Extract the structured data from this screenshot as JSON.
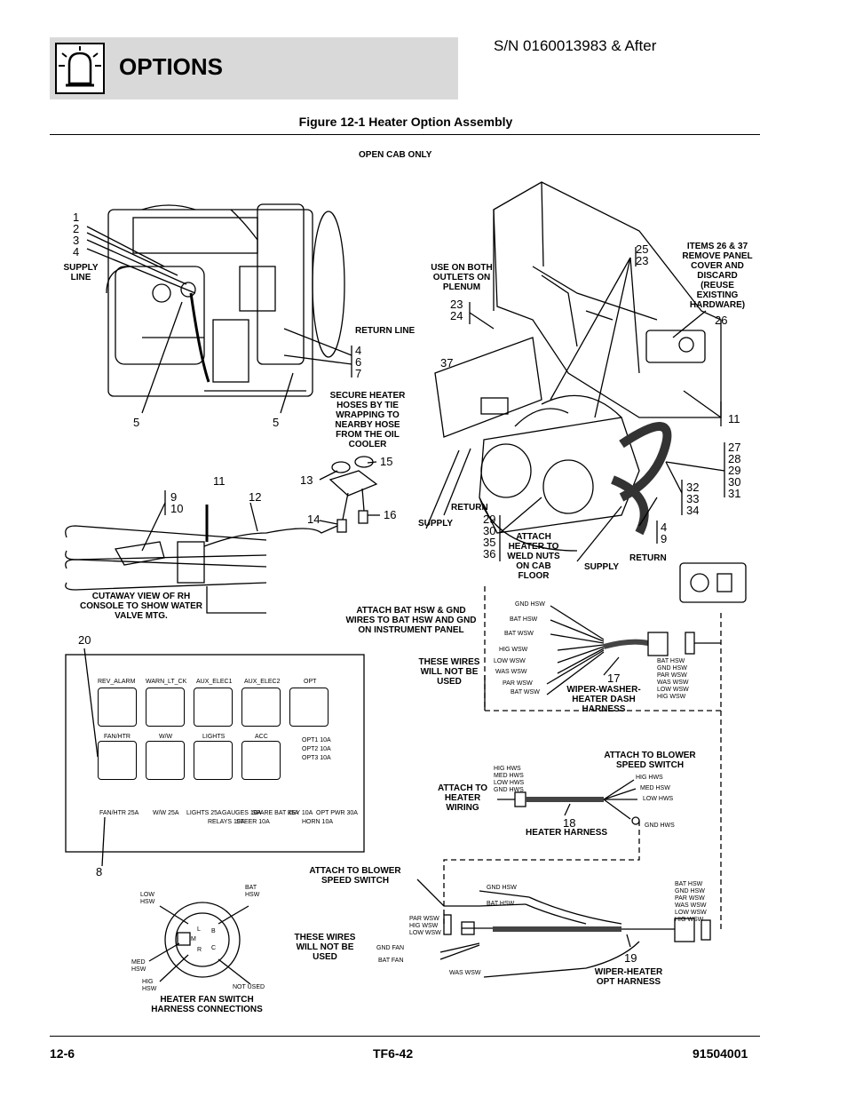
{
  "header": {
    "section_title": "OPTIONS",
    "serial_range": "S/N 0160013983 & After"
  },
  "figure": {
    "title": "Figure 12-1 Heater Option Assembly",
    "subtitle": "OPEN CAB ONLY"
  },
  "callouts": {
    "n_1234": "1\n2\n3\n4",
    "supply_line": "SUPPLY\nLINE",
    "return_line": "RETURN LINE",
    "n_467": "4\n6\n7",
    "secure_hoses": "SECURE HEATER\nHOSES BY TIE\nWRAPPING TO\nNEARBY HOSE\nFROM THE OIL\nCOOLER",
    "n_5a": "5",
    "n_5b": "5",
    "use_both": "USE ON BOTH\nOUTLETS ON\nPLENUM",
    "n_2324": "23\n24",
    "n_2523": "25\n23",
    "items_2637": "ITEMS 26 & 37\nREMOVE PANEL\nCOVER AND\nDISCARD\n(REUSE\nEXISTING\nHARDWARE)",
    "n_26": "26",
    "n_37": "37",
    "n_11a": "11",
    "n_2731": "27\n28\n29\n30\n31",
    "n_3234": "32\n33\n34",
    "n_15": "15",
    "n_13": "13",
    "n_14": "14",
    "n_16": "16",
    "return_a": "RETURN",
    "supply_a": "SUPPLY",
    "n_2936": "29\n30\n35\n36",
    "attach_heater": "ATTACH\nHEATER TO\nWELD NUTS\nON CAB\nFLOOR",
    "n_49": "4\n9",
    "return_b": "RETURN",
    "supply_b": "SUPPLY",
    "n_910": "9\n10",
    "n_11b": "11",
    "n_12": "12",
    "cutaway": "CUTAWAY VIEW OF RH\nCONSOLE TO SHOW WATER\nVALVE MTG.",
    "attach_bat": "ATTACH BAT HSW & GND\nWIRES TO BAT HSW AND GND\nON INSTRUMENT PANEL",
    "not_used_a": "THESE WIRES\nWILL NOT BE\nUSED",
    "n_17": "17",
    "wiper_dash": "WIPER-WASHER-\nHEATER DASH\nHARNESS",
    "n_20": "20",
    "n_8": "8",
    "attach_blower_a": "ATTACH TO BLOWER\nSPEED SWITCH",
    "attach_heater_wiring": "ATTACH TO\nHEATER\nWIRING",
    "n_18": "18",
    "heater_harness": "HEATER HARNESS",
    "attach_blower_b": "ATTACH TO BLOWER\nSPEED SWITCH",
    "not_used_b": "THESE WIRES\nWILL NOT BE\nUSED",
    "n_19": "19",
    "wiper_opt": "WIPER-HEATER\nOPT HARNESS",
    "fan_switch": "HEATER FAN SWITCH\nHARNESS CONNECTIONS"
  },
  "wires": {
    "dash_in": [
      "GND HSW",
      "BAT HSW",
      "BAT WSW",
      "HIG WSW",
      "LOW WSW",
      "WAS WSW",
      "PAR WSW",
      "BAT WSW"
    ],
    "dash_out": "BAT HSW\nGND HSW\nPAR WSW\nWAS WSW\nLOW WSW\nHIG WSW",
    "heater_in": "HIG HWS\nMED HWS\nLOW HWS\nGND HWS",
    "heater_out": [
      "HIG HWS",
      "MED HSW",
      "LOW HWS",
      "GND HWS"
    ],
    "opt_top": [
      "GND HSW",
      "BAT HSW"
    ],
    "opt_unused": "PAR WSW\nHIG WSW\nLOW WSW",
    "opt_fan": [
      "GND FAN",
      "BAT FAN"
    ],
    "opt_was": "WAS WSW",
    "opt_out": "BAT HSW\nGND HSW\nPAR WSW\nWAS WSW\nLOW WSW\nHIG WSW"
  },
  "fuse_panel": {
    "relays_top": [
      "REV_ALARM",
      "WARN_LT_CK",
      "AUX_ELEC1",
      "AUX_ELEC2",
      "OPT"
    ],
    "relays_bottom": [
      "FAN/HTR",
      "W/W",
      "LIGHTS",
      "ACC"
    ],
    "opt_fuses": [
      "OPT1 10A",
      "OPT2 10A",
      "OPT3 10A"
    ],
    "fuses": [
      "FAN/HTR 25A",
      "W/W 25A",
      "LIGHTS 25A",
      "RELAYS 10A",
      "GAUGES 10A",
      "STEER 10A",
      "SPARE BAT 25A",
      "KEY 10A",
      "HORN 10A",
      "OPT PWR 30A"
    ]
  },
  "fan_switch": {
    "pins": [
      "L",
      "B",
      "M",
      "R",
      "C"
    ],
    "labels": {
      "low": "LOW\nHSW",
      "bat": "BAT\nHSW",
      "med": "MED\nHSW",
      "hig": "HIG\nHSW",
      "not_used": "NOT USED"
    }
  },
  "footer": {
    "page": "12-6",
    "model": "TF6-42",
    "doc_number": "91504001"
  }
}
